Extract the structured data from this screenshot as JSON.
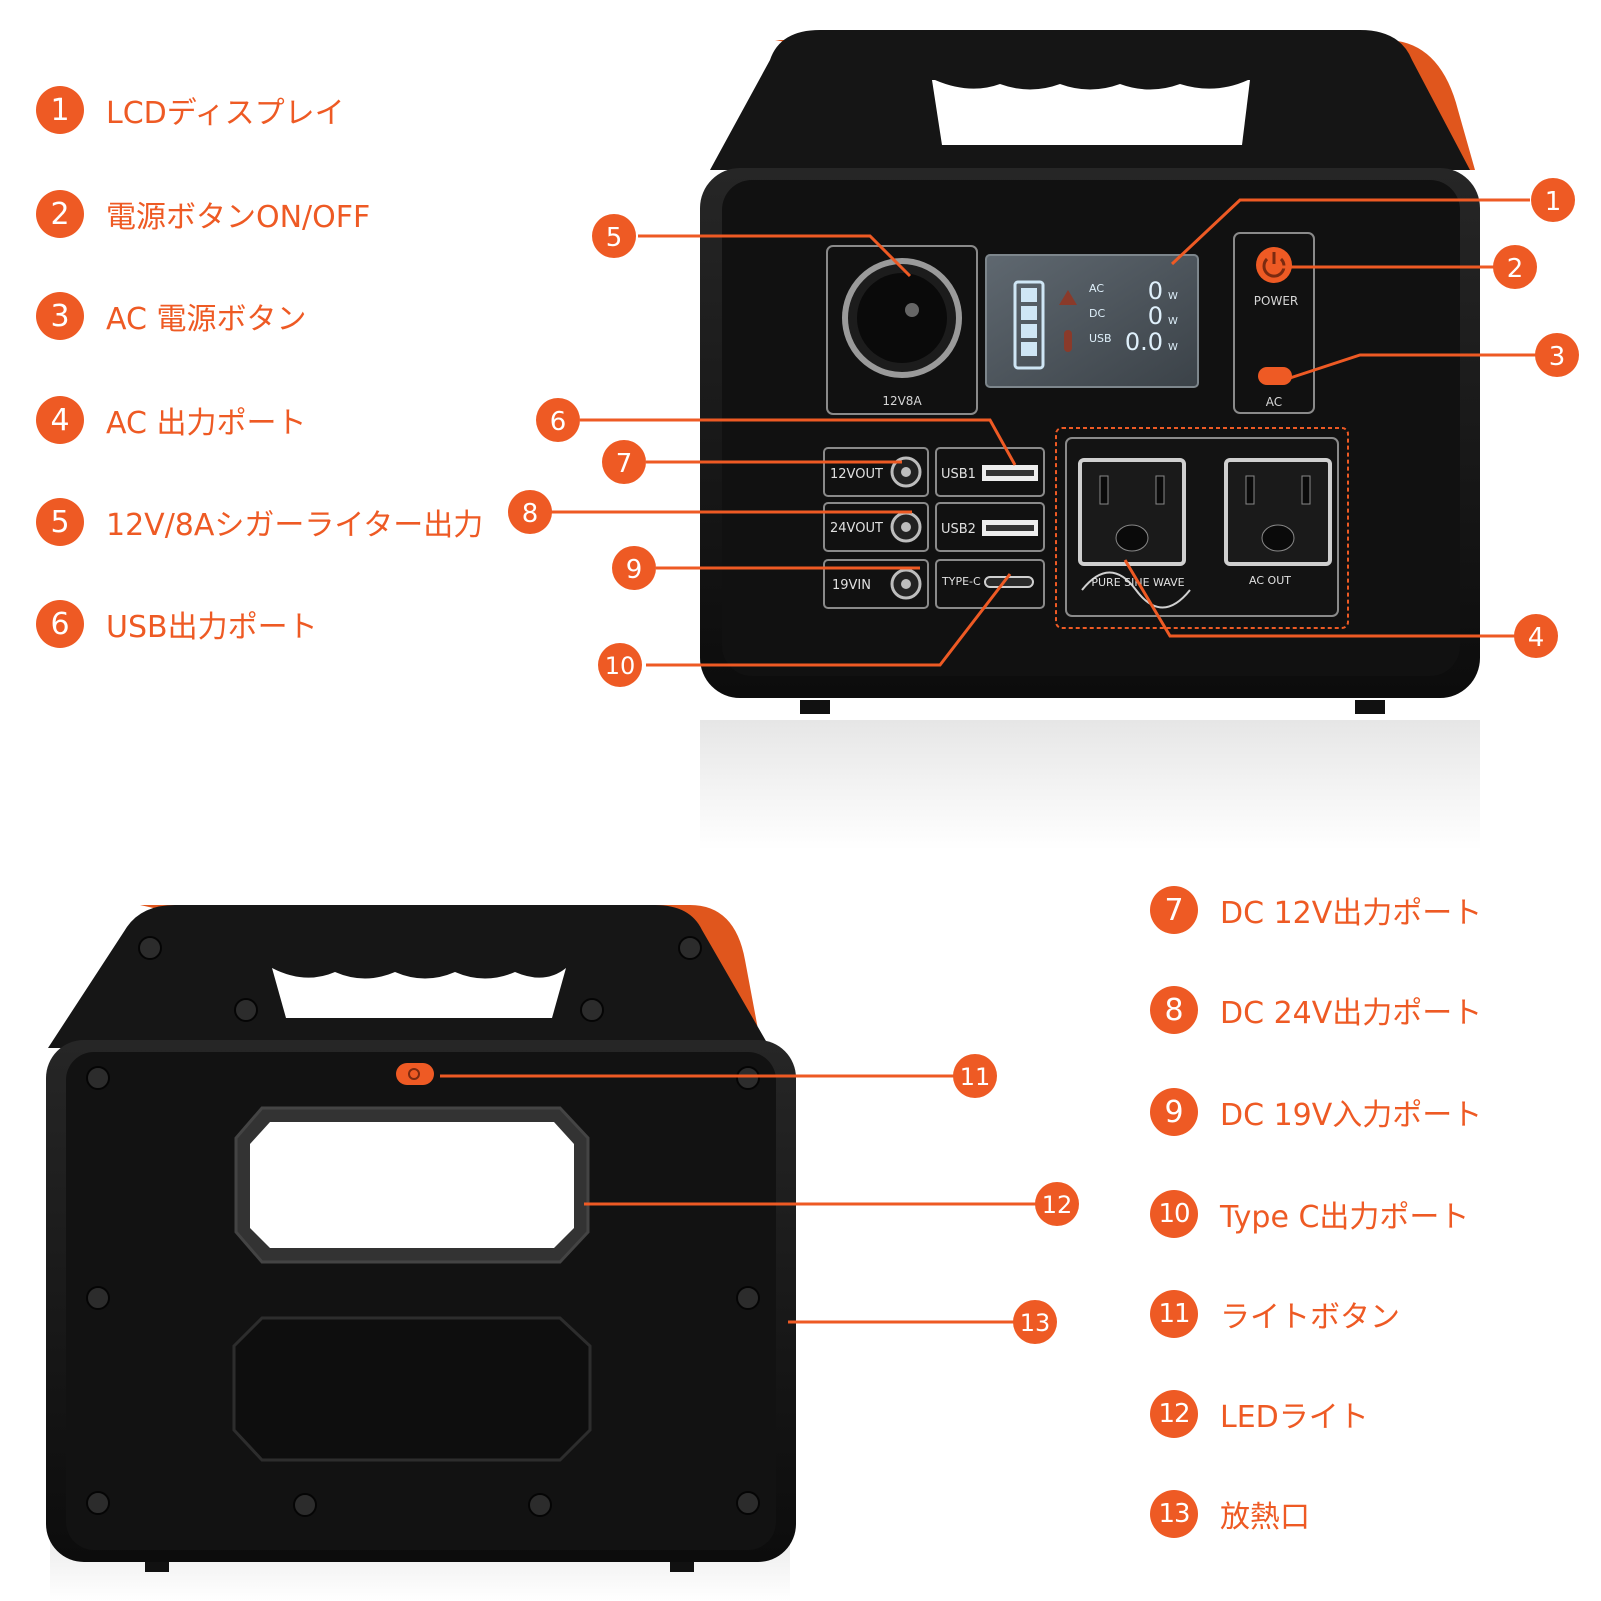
{
  "accent_color": "#ee5a24",
  "legend_top": [
    {
      "num": "1",
      "label": "LCDディスプレイ"
    },
    {
      "num": "2",
      "label": "電源ボタンON/OFF"
    },
    {
      "num": "3",
      "label": "AC 電源ボタン"
    },
    {
      "num": "4",
      "label": "AC 出力ポート"
    },
    {
      "num": "5",
      "label": "12V/8Aシガーライター出力"
    },
    {
      "num": "6",
      "label": "USB出力ポート"
    }
  ],
  "legend_bottom": [
    {
      "num": "7",
      "label": "DC 12V出力ポート"
    },
    {
      "num": "8",
      "label": "DC 24V出力ポート"
    },
    {
      "num": "9",
      "label": "DC 19V入力ポート"
    },
    {
      "num": "10",
      "label": "Type C出力ポート"
    },
    {
      "num": "11",
      "label": "ライトボタン"
    },
    {
      "num": "12",
      "label": "LEDライト"
    },
    {
      "num": "13",
      "label": "放熱口"
    }
  ],
  "callouts": {
    "c1": "1",
    "c2": "2",
    "c3": "3",
    "c4": "4",
    "c5": "5",
    "c6": "6",
    "c7": "7",
    "c8": "8",
    "c9": "9",
    "c10": "10",
    "c11": "11",
    "c12": "12",
    "c13": "13"
  },
  "device": {
    "cigar_label": "12V8A",
    "power_label": "POWER",
    "ac_label": "AC",
    "port_12vout": "12VOUT",
    "port_24vout": "24VOUT",
    "port_19vin": "19VIN",
    "port_usb1": "USB1",
    "port_usb2": "USB2",
    "port_typec": "TYPE-C",
    "sine_label": "PURE SINE WAVE",
    "ac_out_label": "AC OUT"
  },
  "lcd": {
    "row_ac": "AC",
    "row_dc": "DC",
    "row_usb": "USB",
    "value_ac": "0",
    "value_dc": "0",
    "value_usb": "0.0",
    "unit": "W"
  }
}
